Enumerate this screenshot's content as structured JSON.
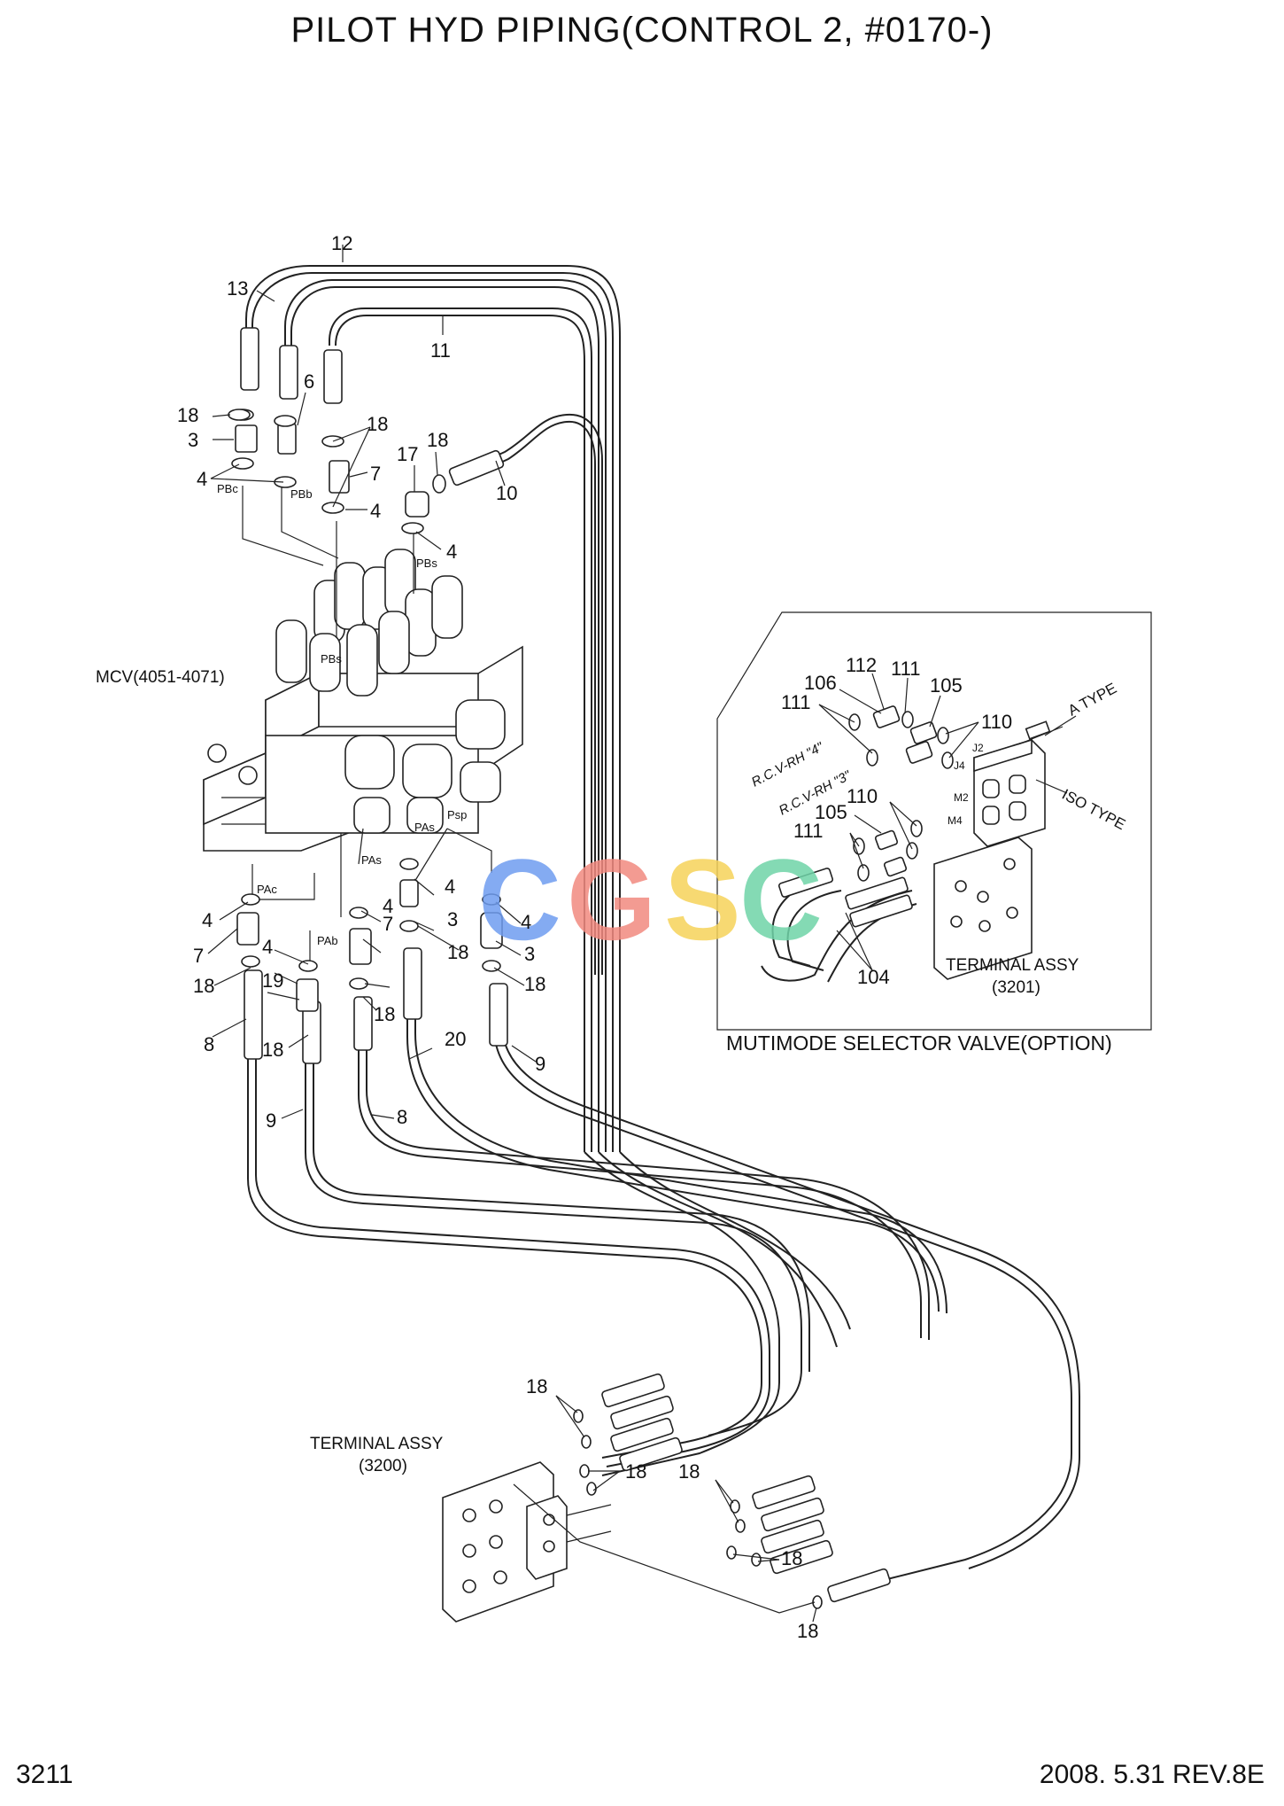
{
  "title": "PILOT HYD PIPING(CONTROL 2, #0170-)",
  "page_number": "3211",
  "revision": "2008. 5.31  REV.8E",
  "watermark": "CGSC",
  "labels": {
    "mcv": "MCV(4051-4071)",
    "terminal_assy_main": "TERMINAL ASSY",
    "terminal_assy_main_no": "(3200)",
    "terminal_assy_option": "TERMINAL ASSY",
    "terminal_assy_option_no": "(3201)",
    "option_caption": "MUTIMODE SELECTOR VALVE(OPTION)",
    "a_type": "A TYPE",
    "iso_type": "ISO TYPE",
    "rcv4": "R.C.V-RH \"4\"",
    "rcv3": "R.C.V-RH \"3\""
  },
  "ports": {
    "pbc": "PBc",
    "pbb": "PBb",
    "pbs_top": "PBs",
    "pbs_mid": "PBs",
    "pas": "PAs",
    "psp": "Psp",
    "pas2": "PAs",
    "pac": "PAc",
    "pab": "PAb",
    "j2": "J2",
    "m2": "M2",
    "j4": "J4",
    "m4": "M4"
  },
  "callouts": {
    "c12": "12",
    "c13": "13",
    "c11": "11",
    "c6": "6",
    "c18a": "18",
    "c3a": "3",
    "c18b": "18",
    "c4a": "4",
    "c7a": "7",
    "c17": "17",
    "c18c": "18",
    "c10": "10",
    "c4b": "4",
    "c4c": "4",
    "c4d": "4",
    "c3b": "3",
    "c4e": "4",
    "c3c": "3",
    "c18d": "18",
    "c18e": "18",
    "c4f": "4",
    "c7b": "7",
    "c4g": "4",
    "c7c": "7",
    "c18f": "18",
    "c19": "19",
    "c18g": "18",
    "c8a": "8",
    "c18h": "18",
    "c9a": "9",
    "c20": "20",
    "c9b": "9",
    "c8b": "8",
    "c18i": "18",
    "c18j": "18",
    "c18k": "18",
    "c18l": "18",
    "c18m": "18",
    "c106": "106",
    "c112": "112",
    "c111a": "111",
    "c111b": "111",
    "c105a": "105",
    "c110a": "110",
    "c110b": "110",
    "c105b": "105",
    "c111c": "111",
    "c104": "104"
  }
}
